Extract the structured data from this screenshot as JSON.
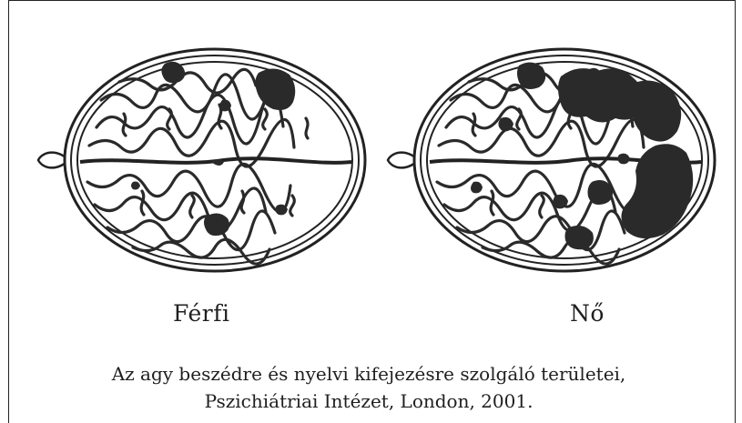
{
  "labels": {
    "male": "Férfi",
    "female": "Nő"
  },
  "caption": {
    "line1": "Az agy beszédre és nyelvi kifejezésre szolgáló területei,",
    "line2": "Pszichiátriai Intézet, London, 2001."
  },
  "colors": {
    "ink": "#1f1f1f",
    "paper": "#ffffff",
    "active_region": "#2a2a2a"
  }
}
